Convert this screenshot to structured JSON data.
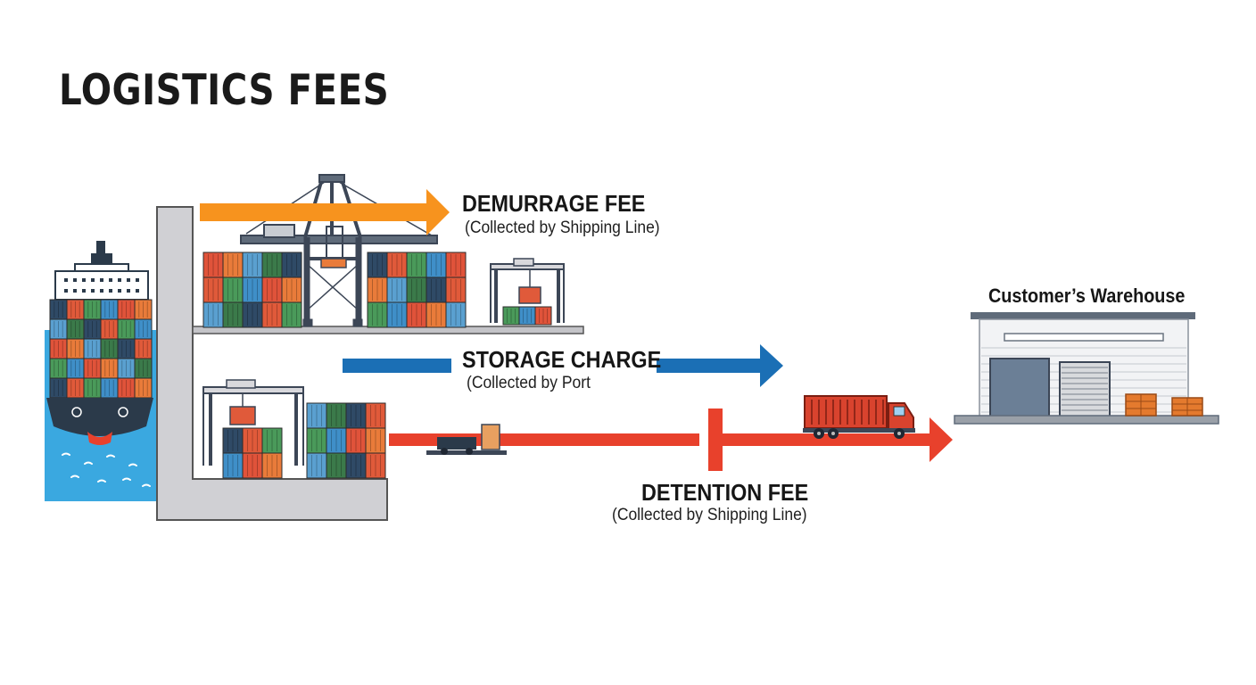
{
  "title": "LOGISTICS FEES",
  "fees": {
    "demurrage": {
      "label": "DEMURRAGE FEE",
      "note": "(Collected by Shipping Line)"
    },
    "storage": {
      "label": "STORAGE CHARGE",
      "note": "(Collected by Port"
    },
    "detention": {
      "label": "DETENTION FEE",
      "note": "(Collected by Shipping Line)"
    }
  },
  "warehouse": {
    "label": "Customer’s Warehouse"
  },
  "colors": {
    "demurrage_arrow": "#f7931e",
    "storage_arrow": "#1b6fb5",
    "detention_arrow": "#e8412c",
    "quay": "#d0d0d4",
    "water": "#3aa8e0",
    "ship_hull": "#2b3a4a"
  },
  "icons": [
    "container-ship-icon",
    "gantry-crane-icon",
    "rubber-tyred-gantry-icon",
    "yard-tractor-icon",
    "container-truck-icon",
    "warehouse-icon",
    "pallet-icon"
  ]
}
